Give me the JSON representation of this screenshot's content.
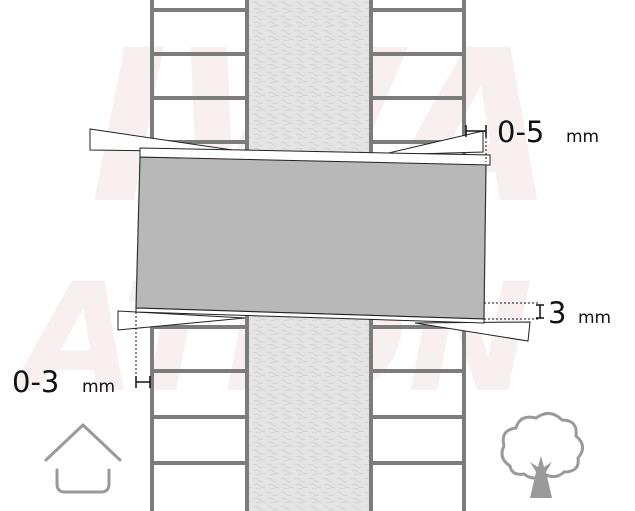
{
  "watermark": {
    "line1": "IWA",
    "line2": "ATION"
  },
  "dimensions": {
    "top": {
      "value": "0-5",
      "unit": "mm"
    },
    "right": {
      "value": "3",
      "unit": "mm"
    },
    "left": {
      "value": "0-3",
      "unit": "mm"
    }
  },
  "icons": {
    "inside": "house-icon",
    "outside": "tree-icon"
  },
  "colors": {
    "wall": "#7c7c7c",
    "panel": "#b8b8b8",
    "insulation": "#e2e2e2",
    "wedge": "#ffffff"
  }
}
